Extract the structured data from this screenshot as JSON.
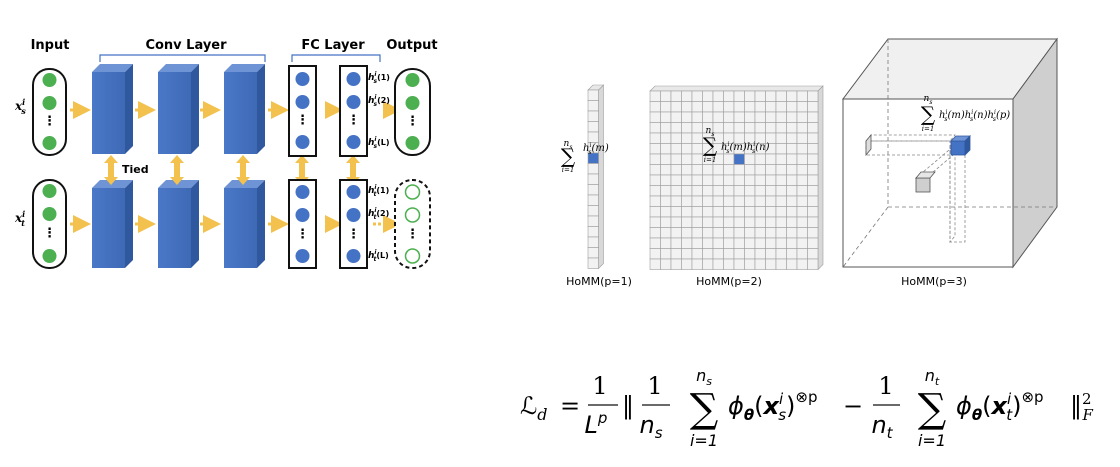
{
  "architecture": {
    "input_label": "Input",
    "conv_label": "Conv Layer",
    "fc_label": "FC Layer",
    "output_label": "Output",
    "tied_label": "Tied",
    "source_input": "x",
    "source_sup": "i",
    "source_sub": "s",
    "target_input": "x",
    "target_sup": "i",
    "target_sub": "t",
    "source_features": [
      {
        "base": "h",
        "sup": "i",
        "sub": "s",
        "idx": "(1)"
      },
      {
        "base": "h",
        "sup": "i",
        "sub": "s",
        "idx": "(2)"
      },
      {
        "base": "h",
        "sup": "i",
        "sub": "s",
        "idx": "(L)"
      }
    ],
    "target_features": [
      {
        "base": "h",
        "sup": "i",
        "sub": "t",
        "idx": "(1)"
      },
      {
        "base": "h",
        "sup": "i",
        "sub": "t",
        "idx": "(2)"
      },
      {
        "base": "h",
        "sup": "i",
        "sub": "t",
        "idx": "(L)"
      }
    ],
    "dots": "⋮",
    "colors": {
      "block": "#4472C4",
      "neuron": "#4472C4",
      "input_green": "#4CAF50",
      "arrow": "#F2C14E"
    }
  },
  "homm": {
    "p1": {
      "caption": "HoMM(p=1)",
      "sum_top": "n",
      "sum_top_sub": "s",
      "sum_sym": "∑",
      "sum_bottom": "i=1",
      "term": "h",
      "term_sup": "i",
      "term_sub": "s",
      "term_arg": "(m)"
    },
    "p2": {
      "caption": "HoMM(p=2)",
      "sum_top": "n",
      "sum_top_sub": "s",
      "sum_sym": "∑",
      "sum_bottom": "i=1",
      "term": "h",
      "term_sup": "i",
      "term_sub": "s",
      "arg_m": "(m)",
      "arg_n": "(n)"
    },
    "p3": {
      "caption": "HoMM(p=3)",
      "sum_top": "n",
      "sum_top_sub": "s",
      "sum_sym": "∑",
      "sum_bottom": "i=1",
      "term": "h",
      "term_sup": "i",
      "term_sub": "s",
      "arg_m": "(m)",
      "arg_n": "(n)",
      "arg_p": "(p)"
    },
    "colors": {
      "highlight": "#4472C4",
      "cell": "#f2f2f2",
      "grid": "#9e9e9e"
    }
  },
  "equation": {
    "lhs": "ℒ",
    "lhs_sub": "d",
    "equals": "=",
    "one": "1",
    "L": "L",
    "L_sup": "p",
    "norm": "‖",
    "n_s": "n",
    "n_s_sub": "s",
    "n_t": "n",
    "n_t_sub": "t",
    "sum": "∑",
    "sum_low": "i=1",
    "phi": "ϕ",
    "theta": "θ",
    "x": "x",
    "sup_i": "i",
    "sub_s": "s",
    "sub_t": "t",
    "tensor_p": "⊗p",
    "minus": "−",
    "norm_sub": "F",
    "norm_sup": "2",
    "lparen": "(",
    "rparen": ")"
  }
}
